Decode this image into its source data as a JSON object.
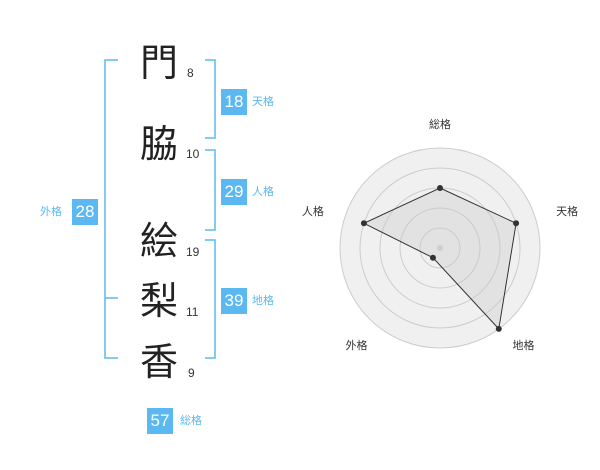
{
  "name": {
    "chars": [
      {
        "char": "門",
        "strokes": "8"
      },
      {
        "char": "脇",
        "strokes": "10"
      },
      {
        "char": "絵",
        "strokes": "19"
      },
      {
        "char": "梨",
        "strokes": "11"
      },
      {
        "char": "香",
        "strokes": "9"
      }
    ]
  },
  "fortunes": {
    "tenkaku": {
      "value": "18",
      "label": "天格"
    },
    "jinkaku": {
      "value": "29",
      "label": "人格"
    },
    "chikaku": {
      "value": "39",
      "label": "地格"
    },
    "gaikaku": {
      "value": "28",
      "label": "外格"
    },
    "soukaku": {
      "value": "57",
      "label": "総格"
    }
  },
  "colors": {
    "accent": "#5bb8f0",
    "text": "#222222",
    "radar_fill": "#f0f0f0",
    "radar_grid": "#cccccc"
  },
  "chart_data": {
    "type": "radar",
    "axes": [
      "総格",
      "天格",
      "地格",
      "外格",
      "人格"
    ],
    "values": [
      3,
      4,
      5,
      0.6,
      4
    ],
    "max": 5
  }
}
